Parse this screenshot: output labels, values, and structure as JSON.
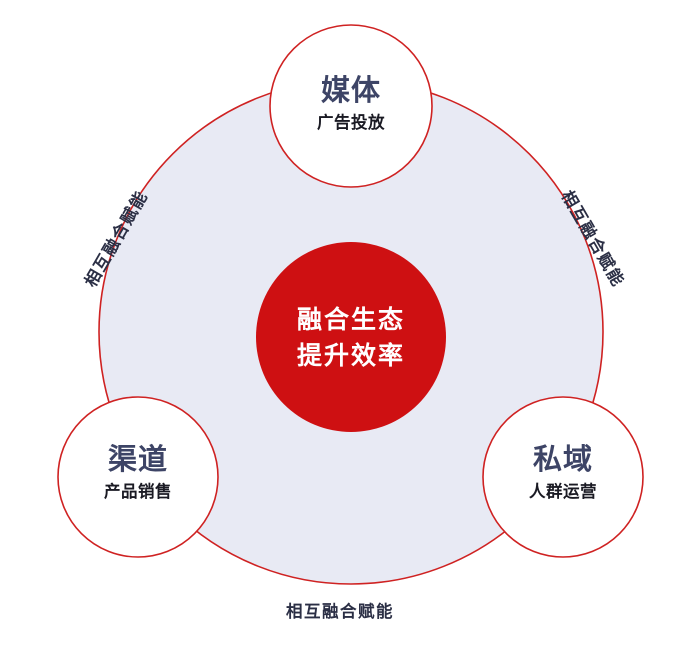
{
  "diagram": {
    "type": "venn-hub-and-spoke",
    "center": {
      "line1": "融合生态",
      "line2": "提升效率",
      "fill_color": "#ce1012",
      "text_color": "#ffffff"
    },
    "outer_ring": {
      "fill_color": "#e8eaf4",
      "stroke_color": "#cf2222"
    },
    "nodes": [
      {
        "id": "media",
        "position": "top",
        "title": "媒体",
        "subtitle": "广告投放",
        "fill_color": "#ffffff",
        "stroke_color": "#cf2222"
      },
      {
        "id": "channel",
        "position": "bottom-left",
        "title": "渠道",
        "subtitle": "产品销售",
        "fill_color": "#ffffff",
        "stroke_color": "#cf2222"
      },
      {
        "id": "private-domain",
        "position": "bottom-right",
        "title": "私域",
        "subtitle": "人群运营",
        "fill_color": "#ffffff",
        "stroke_color": "#cf2222"
      }
    ],
    "arc_labels": [
      {
        "id": "arc-left",
        "text": "相互融合赋能"
      },
      {
        "id": "arc-right",
        "text": "相互融合赋能"
      },
      {
        "id": "arc-bottom",
        "text": "相互融合赋能"
      }
    ]
  }
}
